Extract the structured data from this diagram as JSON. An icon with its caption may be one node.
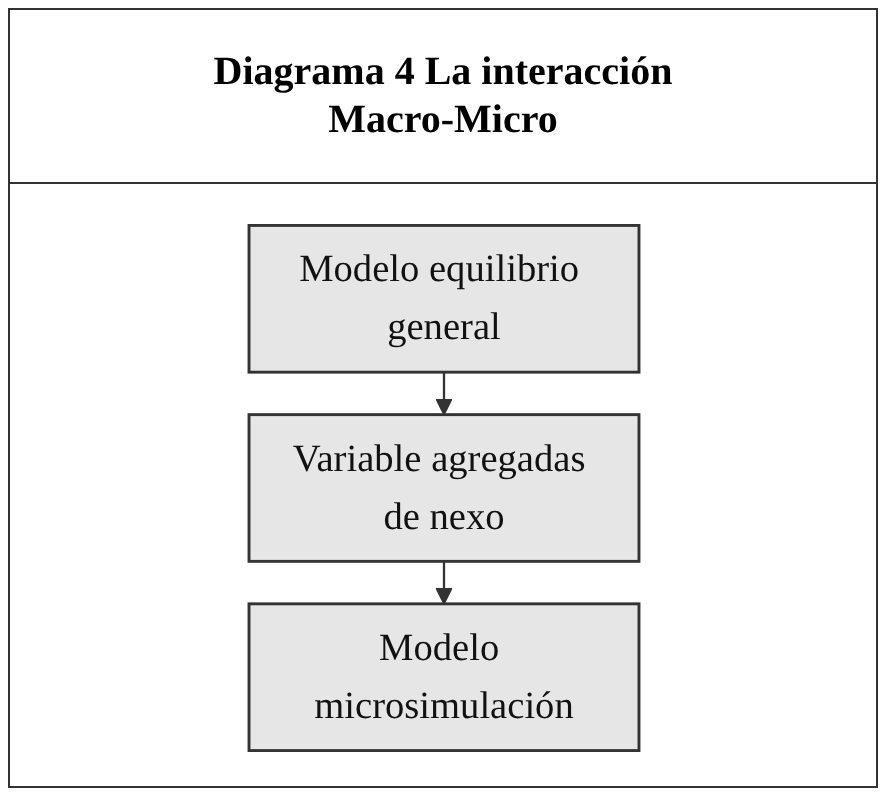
{
  "diagram": {
    "title": "Diagrama 4 La interacción Macro-Micro",
    "nodes": [
      {
        "text": [
          "Modelo equilibrio general"
        ]
      },
      {
        "text": [
          "Variable agregadas de nexo"
        ]
      },
      {
        "text": [
          "Modelo microsimulación"
        ]
      }
    ],
    "edges": [
      {
        "from": 0,
        "to": 1,
        "arrow": "to"
      },
      {
        "from": 1,
        "to": 2,
        "arrow": "to"
      }
    ]
  }
}
